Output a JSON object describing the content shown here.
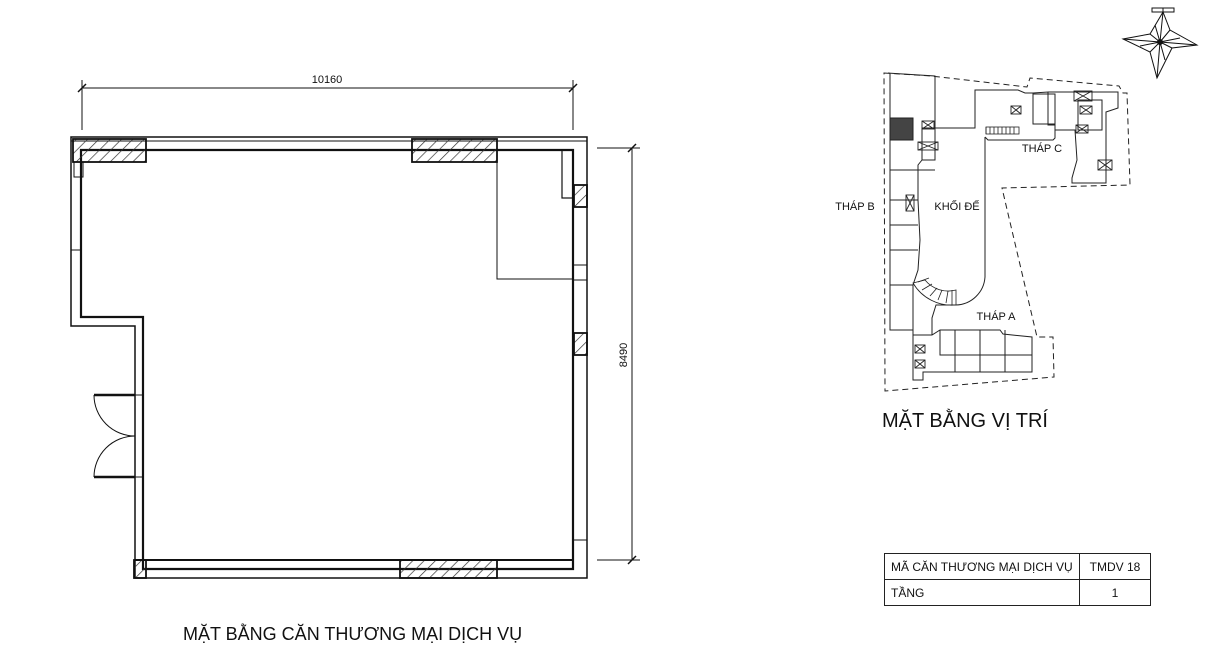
{
  "floor_plan": {
    "title": "MẶT BẰNG CĂN THƯƠNG MẠI DỊCH VỤ",
    "dimension_width": "10160",
    "dimension_depth": "8490"
  },
  "site_plan": {
    "title": "MẶT BẰNG VỊ TRÍ",
    "labels": {
      "tower_a": "THÁP A",
      "tower_b": "THÁP B",
      "tower_c": "THÁP C",
      "podium": "KHỐI ĐẾ"
    }
  },
  "info_table": {
    "rows": [
      {
        "label": "MÃ CĂN THƯƠNG MẠI DỊCH VỤ",
        "value": "TMDV 18"
      },
      {
        "label": "TẦNG",
        "value": "1"
      }
    ]
  },
  "compass": {
    "icon": "north-arrow-icon"
  }
}
